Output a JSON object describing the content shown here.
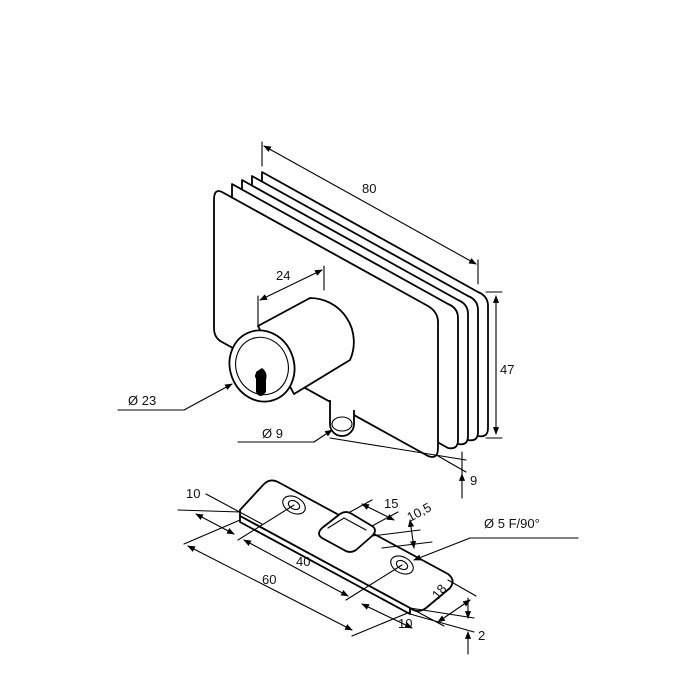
{
  "dimensions": {
    "length_total": "80",
    "height": "47",
    "cylinder_length": "24",
    "cylinder_diameter": "Ø 23",
    "bolt_diameter": "Ø 9",
    "offset_vertical": "9",
    "plate_edge_left": "10",
    "slot_width": "15",
    "slot_offset": "10,5",
    "hole_spec": "Ø 5  F/90°",
    "hole_spacing": "40",
    "plate_length": "60",
    "plate_edge_right": "10",
    "plate_width": "18",
    "plate_thickness": "2"
  },
  "colors": {
    "line": "#000000",
    "background": "#ffffff"
  }
}
